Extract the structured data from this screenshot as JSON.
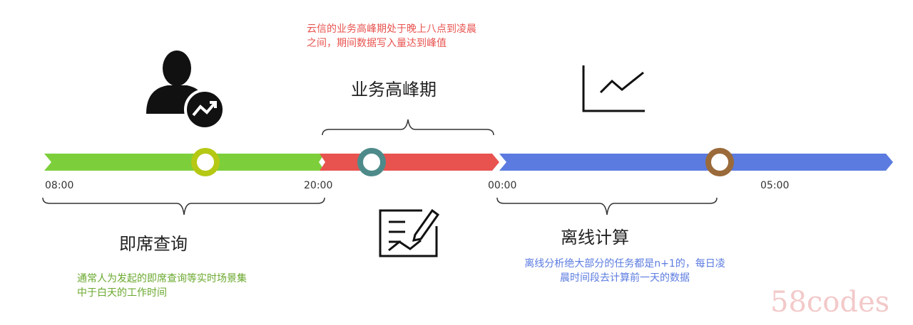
{
  "colors": {
    "green": "#7ccf3a",
    "red": "#e8534f",
    "blue": "#5b7be0"
  },
  "timeline": {
    "ticks": [
      "08:00",
      "20:00",
      "00:00",
      "05:00"
    ]
  },
  "segments": [
    {
      "title": "即席查询",
      "note": [
        "通常人为发起的即席查询等实时场景集",
        "中于白天的工作时间"
      ]
    },
    {
      "title": "业务高峰期",
      "note": [
        "云信的业务高峰期处于晚上八点到凌晨",
        "之间，期间数据写入量达到峰值"
      ]
    },
    {
      "title": "离线计算",
      "note": [
        "离线分析绝大部分的任务都是n+1的，每日凌",
        "晨时间段去计算前一天的数据"
      ]
    }
  ],
  "watermark": "58codes"
}
